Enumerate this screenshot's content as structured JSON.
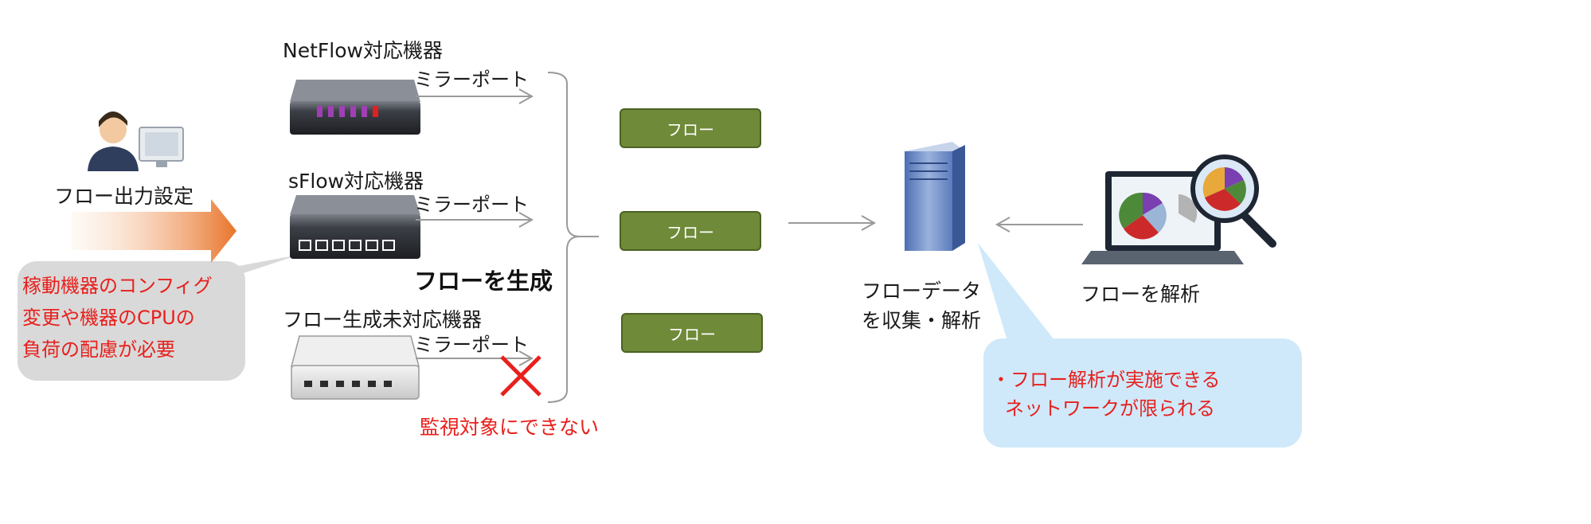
{
  "devices": {
    "netflow_label": "NetFlow対応機器",
    "sflow_label": "sFlow対応機器",
    "unsupported_label": "フロー生成未対応機器",
    "mirror_port": "ミラーポート"
  },
  "operator": {
    "label": "フロー出力設定"
  },
  "left_note": {
    "lines": [
      "稼動機器のコンフィグ",
      "変更や機器のCPUの",
      "負荷の配慮が必要"
    ]
  },
  "generate_label": "フローを生成",
  "cannot_monitor": "監視対象にできない",
  "flow_boxes": [
    "フロー",
    "フロー",
    "フロー"
  ],
  "collector": {
    "line1": "フローデータ",
    "line2": "を収集・解析"
  },
  "analyzer": {
    "label": "フローを解析"
  },
  "right_note": {
    "lines": [
      "・フロー解析が実施できる",
      "ネットワークが限られる"
    ]
  },
  "colors": {
    "flow_box": "#6f8a38",
    "red_text": "#e8201c",
    "orange_arrow": "#e8742a",
    "left_bubble": "#d9d9d9",
    "right_bubble": "#cfe9fb"
  },
  "icons": [
    "operator-icon",
    "switch-icon",
    "server-icon",
    "laptop-chart-icon",
    "magnifier-icon",
    "cross-icon"
  ]
}
